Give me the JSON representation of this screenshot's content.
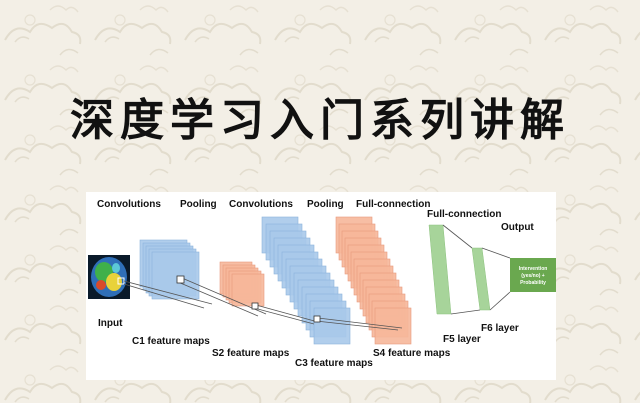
{
  "title": "深度学习入门系列讲解",
  "diagram": {
    "stage_labels": {
      "conv1": "Convolutions",
      "pool1": "Pooling",
      "conv2": "Convolutions",
      "pool2": "Pooling",
      "fc1": "Full-connection",
      "fc2": "Full-connection",
      "output": "Output"
    },
    "layer_labels": {
      "input": "Input",
      "c1": "C1 feature maps",
      "s2": "S2 feature maps",
      "c3": "C3 feature maps",
      "s4": "S4 feature maps",
      "f5": "F5 layer",
      "f6": "F6 layer"
    },
    "output_box": {
      "line1": "Intervention",
      "line2": "(yes/no) +",
      "line3": "Probability"
    },
    "colors": {
      "blue": "#a9c9ea",
      "blue_stroke": "#8bb3dc",
      "orange": "#f6b79a",
      "orange_stroke": "#e89a7c",
      "green": "#a7d49a",
      "output_green": "#6aa84f"
    }
  }
}
